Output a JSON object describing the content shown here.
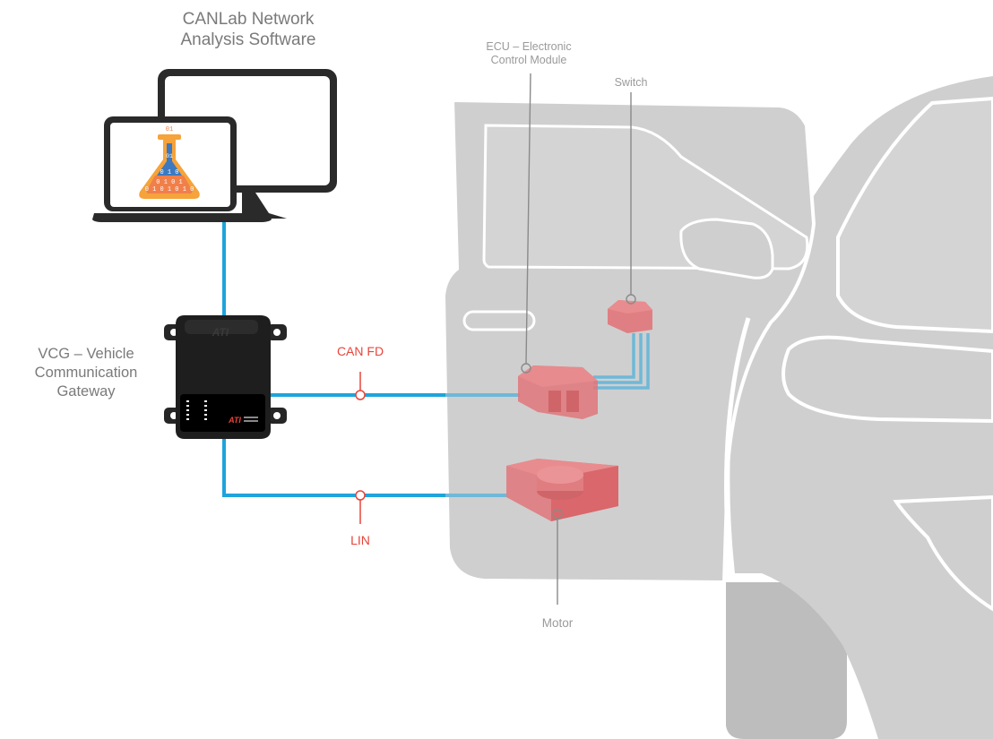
{
  "labels": {
    "software_line1": "CANLab Network",
    "software_line2": "Analysis Software",
    "ecu_line1": "ECU – Electronic",
    "ecu_line2": "Control Module",
    "switch": "Switch",
    "vcg_line1": "VCG – Vehicle",
    "vcg_line2": "Communication",
    "vcg_line3": "Gateway",
    "can_fd": "CAN FD",
    "lin": "LIN",
    "motor": "Motor"
  },
  "device_brand": "ATI",
  "flask_digits": "0 1 0 1 0 1 0 1 0 1 0 1 0",
  "colors": {
    "bus_line": "#1ea4dc",
    "bus_line_on_door": "#6fb8d8",
    "protocol_red": "#e8443a",
    "component_red": "#e0767a",
    "car_body": "#cfcfcf",
    "car_outline": "#ffffff",
    "label_gray": "#7d7d7d",
    "device_black": "#1e1e1e",
    "flask_orange": "#f5a33a",
    "flask_blue": "#3c79c0"
  }
}
